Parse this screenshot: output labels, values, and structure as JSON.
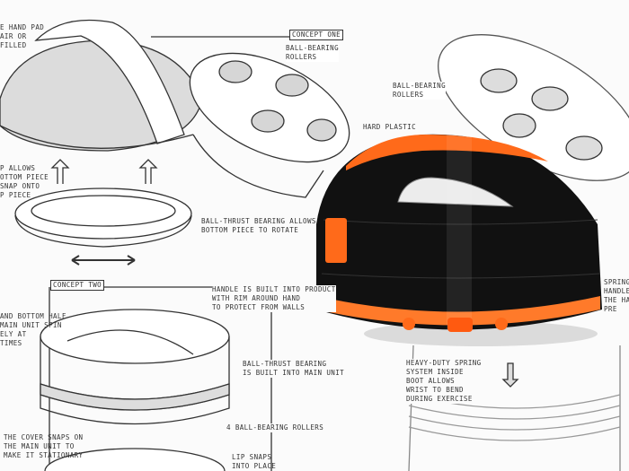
{
  "concept_one": {
    "title": "CONCEPT ONE",
    "notes": {
      "hand_pad": "E HAND PAD\nAIR OR\nFILLED",
      "rollers": "BALL-BEARING\nROLLERS",
      "hard_plastic": "HARD PLASTIC",
      "rollers_right": "BALL-BEARING\nROLLERS",
      "snap": "P ALLOWS\nOTTOM PIECE\nSNAP ONTO\nP PIECE",
      "thrust": "BALL-THRUST BEARING ALLOWS\nBOTTOM PIECE TO ROTATE"
    }
  },
  "concept_two": {
    "title": "CONCEPT TWO",
    "notes": {
      "handle": "HANDLE IS BUILT INTO PRODUCT\nWITH RIM AROUND HAND\nTO PROTECT FROM WALLS",
      "spin": "AND BOTTOM HALF\nMAIN UNIT SPIN\nELY AT\nTIMES",
      "thrust": "BALL-THRUST BEARING\nIS BUILT INTO MAIN UNIT",
      "rollers": "4 BALL-BEARING ROLLERS",
      "cover": "THE COVER SNAPS ON\nTHE MAIN UNIT TO\nMAKE IT STATIONARY",
      "lip": "LIP SNAPS\nINTO PLACE"
    }
  },
  "concept_three": {
    "notes": {
      "spring": "HEAVY-DUTY SPRING\nSYSTEM INSIDE\nBOOT ALLOWS\nWRIST TO BEND\nDURING EXERCISE",
      "springs_handle": "SPRINGS\nHANDLE\nTHE HA\nPRE"
    }
  },
  "colors": {
    "accent": "#ff6a1a",
    "body": "#111111",
    "sketch": "#333333",
    "fill": "#d8d8d8"
  }
}
